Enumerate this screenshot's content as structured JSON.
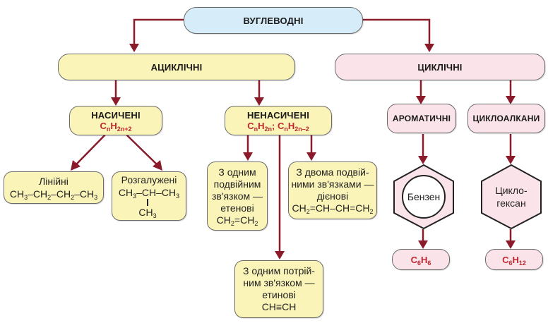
{
  "diagram": {
    "root": {
      "label": "ВУГЛЕВОДНІ"
    },
    "acyclic": {
      "label": "АЦИКЛІЧНІ",
      "saturated": {
        "label": "НАСИЧЕНІ",
        "formula": {
          "c": "C",
          "n": "n",
          "h": "H",
          "hsub": "2n+2"
        },
        "linear": {
          "label": "Лінійні",
          "formula": [
            "CH",
            "3",
            "–CH",
            "2",
            "–CH",
            "2",
            "–CH",
            "3"
          ]
        },
        "branched": {
          "label": "Розгалужені",
          "formula_main": [
            "CH",
            "3",
            "–CH–CH",
            "3"
          ],
          "branch": [
            "CH",
            "3"
          ]
        }
      },
      "unsaturated": {
        "label": "НЕНАСИЧЕНІ",
        "formula": {
          "c1": "C",
          "n1": "n",
          "h1": "H",
          "hsub1": "2n",
          "sep": "; ",
          "c2": "C",
          "n2": "n",
          "h2": "H",
          "hsub2": "2n–2"
        },
        "one_double": {
          "lines": [
            "З одним",
            "подвійним",
            "зв'язком —",
            "етенові"
          ],
          "formula": [
            "CH",
            "2",
            "=CH",
            "2"
          ]
        },
        "two_double": {
          "lines": [
            "З двома подвій-",
            "ними зв'язками —",
            "дієнові"
          ],
          "formula": [
            "CH",
            "2",
            "=CH–CH=CH",
            "2"
          ]
        },
        "one_triple": {
          "lines": [
            "З одним потрій-",
            "ним зв'язком —",
            "етинові"
          ],
          "formula": "CH≡CH"
        }
      }
    },
    "cyclic": {
      "label": "ЦИКЛІЧНІ",
      "aromatic": {
        "label": "АРОМАТИЧНІ",
        "hexagon_label": "Бензен",
        "formula": {
          "c": "C",
          "csub": "6",
          "h": "H",
          "hsub": "6"
        }
      },
      "cycloalkanes": {
        "label": "ЦИКЛОАЛКАНИ",
        "hexagon_label_lines": [
          "Цикло-",
          "гексан"
        ],
        "formula": {
          "c": "C",
          "csub": "6",
          "h": "H",
          "hsub": "12"
        }
      }
    },
    "colors": {
      "arrow": "#8b1a2a",
      "formula": "#c0262e",
      "root_fill": "#d6ecf8",
      "acyclic_fill": "#fbf4b8",
      "cyclic_fill": "#fbe3ea"
    }
  }
}
